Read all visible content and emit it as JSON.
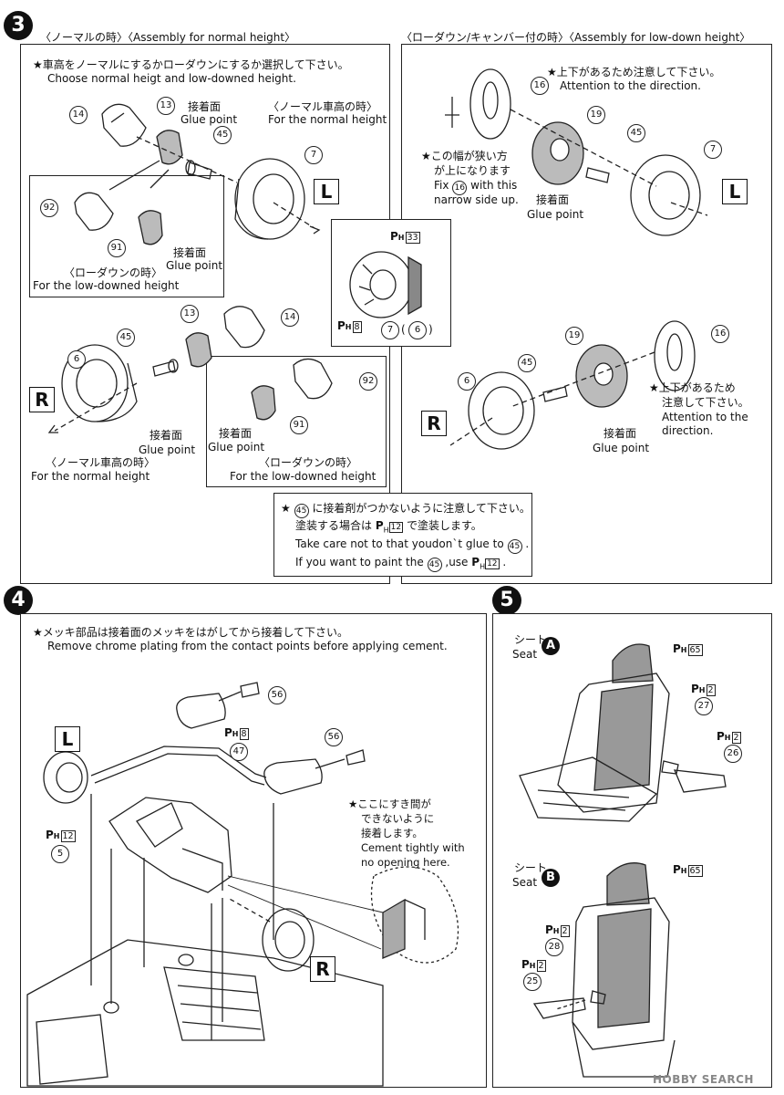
{
  "step3": {
    "number": "3",
    "header_normal": "〈ノーマルの時〉〈Assembly for normal height〉",
    "header_lowdown": "〈ローダウン/キャンバー付の時〉〈Assembly for low-down height〉",
    "note_jp": "★車高をノーマルにするかローダウンにするか選択して下さい。",
    "note_en": "Choose normal heigt and low-downed height.",
    "glue_jp": "接着面",
    "glue_en": "Glue point",
    "normal_jp": "〈ノーマル車高の時〉",
    "normal_en": "For the normal height",
    "lowdown_jp": "〈ローダウンの時〉",
    "lowdown_en": "For the low-downed height",
    "direction_jp": "★上下があるため注意して下さい。",
    "direction_en": "Attention to the direction.",
    "narrow_jp1": "★この幅が狭い方",
    "narrow_jp2": "が上になります",
    "narrow_en1": "Fix",
    "narrow_en2": "with this",
    "narrow_en3": "narrow side up.",
    "dir2_jp1": "★上下があるため",
    "dir2_jp2": "注意して下さい。",
    "dir2_en1": "Attention to the",
    "dir2_en2": "direction.",
    "caution_jp1a": "★",
    "caution_jp1b": "に接着剤がつかないように注意して下さい。",
    "caution_jp2a": "塗装する場合は",
    "caution_jp2b": "で塗装します。",
    "caution_en1a": "Take care not to that youdon`t glue to",
    "caution_en1b": ".",
    "caution_en2a": "If you want to paint the",
    "caution_en2b": ",use",
    "caution_en2c": "."
  },
  "step4": {
    "number": "4",
    "note_jp": "★メッキ部品は接着面のメッキをはがしてから接着して下さい。",
    "note_en": "Remove chrome plating from the contact points before applying cement.",
    "gap_jp1": "★ここにすき間が",
    "gap_jp2": "できないように",
    "gap_jp3": "接着します。",
    "gap_en1": "Cement tightly with",
    "gap_en2": "no opening here."
  },
  "step5": {
    "number": "5",
    "seat_jp": "シート",
    "seat_en": "Seat",
    "seat_a": "A",
    "seat_b": "B"
  },
  "labels": {
    "L": "L",
    "R": "R",
    "P": "P",
    "H": "H"
  },
  "parts": {
    "p5": "5",
    "p6": "6",
    "p7": "7",
    "p13": "13",
    "p14": "14",
    "p16": "16",
    "p19": "19",
    "p25": "25",
    "p26": "26",
    "p27": "27",
    "p28": "28",
    "p45": "45",
    "p47": "47",
    "p56": "56",
    "p91": "91",
    "p92": "92"
  },
  "paint": {
    "c2": "2",
    "c8": "8",
    "c12": "12",
    "c33": "33",
    "c65": "65"
  },
  "detail_label_open": "(",
  "detail_label_close": ")",
  "watermark": "HOBBY SEARCH"
}
